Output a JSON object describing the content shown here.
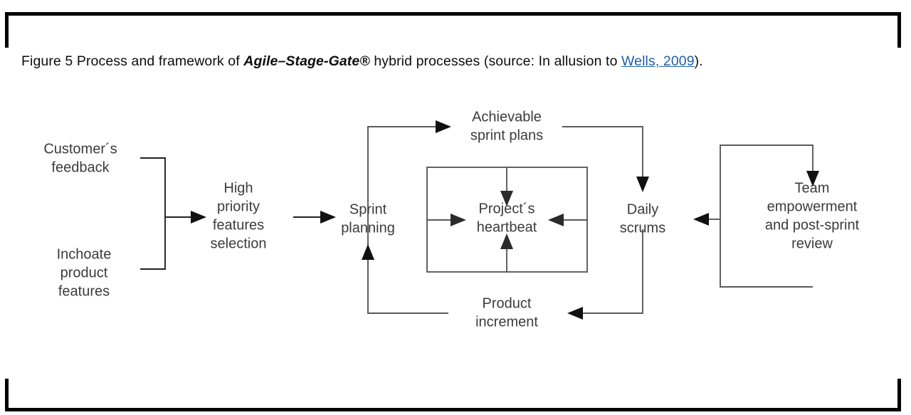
{
  "caption": {
    "prefix": "Figure 5 Process and framework of ",
    "emphasis": "Agile–Stage-Gate",
    "registered": "®",
    "middle": " hybrid processes (source: In allusion to ",
    "link": "Wells, 2009",
    "suffix": ")."
  },
  "diagram": {
    "type": "process-flow",
    "nodes": [
      {
        "id": "customers-feedback",
        "label_lines": [
          "Customer´s",
          "feedback"
        ]
      },
      {
        "id": "inchoate-features",
        "label_lines": [
          "Inchoate",
          "product",
          "features"
        ]
      },
      {
        "id": "high-priority",
        "label_lines": [
          "High",
          "priority",
          "features",
          "selection"
        ]
      },
      {
        "id": "sprint-planning",
        "label_lines": [
          "Sprint",
          "planning"
        ]
      },
      {
        "id": "achievable-plans",
        "label_lines": [
          "Achievable",
          "sprint plans"
        ]
      },
      {
        "id": "projects-heartbeat",
        "label_lines": [
          "Project´s",
          "heartbeat"
        ]
      },
      {
        "id": "daily-scrums",
        "label_lines": [
          "Daily",
          "scrums"
        ]
      },
      {
        "id": "product-increment",
        "label_lines": [
          "Product",
          "increment"
        ]
      },
      {
        "id": "team-empowerment",
        "label_lines": [
          "Team",
          "empowerment",
          "and post-sprint",
          "review"
        ]
      }
    ],
    "edges": [
      {
        "from": "customers-feedback",
        "to": "high-priority"
      },
      {
        "from": "inchoate-features",
        "to": "high-priority"
      },
      {
        "from": "high-priority",
        "to": "sprint-planning"
      },
      {
        "from": "sprint-planning",
        "to": "achievable-plans"
      },
      {
        "from": "achievable-plans",
        "to": "daily-scrums"
      },
      {
        "from": "achievable-plans",
        "to": "projects-heartbeat"
      },
      {
        "from": "sprint-planning",
        "to": "projects-heartbeat"
      },
      {
        "from": "daily-scrums",
        "to": "projects-heartbeat"
      },
      {
        "from": "product-increment",
        "to": "projects-heartbeat"
      },
      {
        "from": "daily-scrums",
        "to": "product-increment"
      },
      {
        "from": "product-increment",
        "to": "sprint-planning"
      },
      {
        "from": "team-empowerment",
        "to": "daily-scrums"
      }
    ],
    "colors": {
      "line": "#5a5a5a",
      "arrow": "#111111",
      "text": "#3b3b3b",
      "frame": "#000000",
      "link": "#1f5fa9"
    }
  }
}
